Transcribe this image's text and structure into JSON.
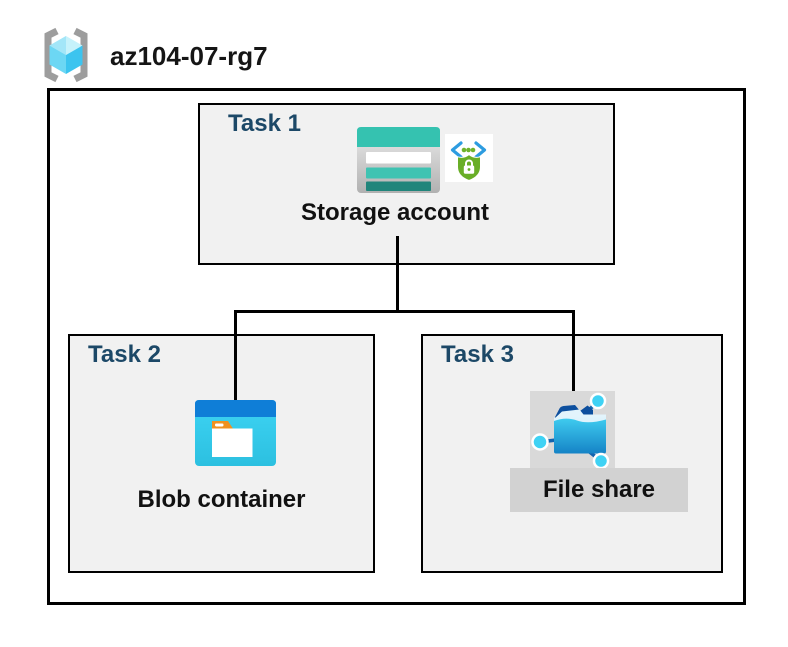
{
  "header": {
    "icon": "resource-group-icon",
    "title": "az104-07-rg7"
  },
  "diagram": {
    "type": "azure-resource-group-diagram",
    "tasks": [
      {
        "label": "Task 1",
        "resource": "Storage account",
        "icons": [
          "storage-account-icon",
          "encryption-scope-icon"
        ]
      },
      {
        "label": "Task 2",
        "resource": "Blob container",
        "icons": [
          "blob-container-icon"
        ]
      },
      {
        "label": "Task 3",
        "resource": "File share",
        "icons": [
          "file-share-icon"
        ]
      }
    ],
    "connections": [
      {
        "from": "Storage account",
        "to": "Blob container"
      },
      {
        "from": "Storage account",
        "to": "File share"
      }
    ]
  },
  "colors": {
    "task_label": "#1c4867",
    "box_fill": "#f1f1f1",
    "border": "#000000",
    "storage_teal": "#35c2b0",
    "storage_teal_dark": "#20857b",
    "blob_bar_blue": "#0f7ed7",
    "blob_body_cyan": "#32cdef",
    "folder_tab_orange": "#f0911f",
    "shield_green": "#69ae27",
    "bracket_blue": "#2d9ce0",
    "fileshare_blue": "#1583c6",
    "node_cyan": "#3fd2f4",
    "icon_bg_gray": "#d9d9d9",
    "label_bg_gray": "#d2d2d2"
  }
}
